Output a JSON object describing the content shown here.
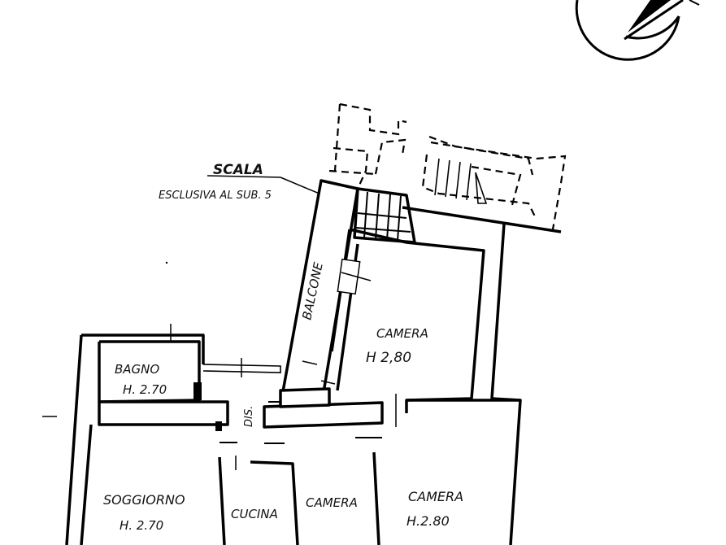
{
  "plan": {
    "stair_label": "SCALA",
    "stair_note": "ESCLUSIVA AL SUB. 5",
    "balcony_label": "BALCONE",
    "corridor_label": "DIS.",
    "rooms": [
      {
        "name": "CAMERA",
        "height": "H 2,80"
      },
      {
        "name": "BAGNO",
        "height": "H. 2.70"
      },
      {
        "name": "SOGGIORNO",
        "height": "H. 2.70"
      },
      {
        "name": "CUCINA",
        "height": ""
      },
      {
        "name": "CAMERA",
        "height": ""
      },
      {
        "name": "CAMERA",
        "height": "H.2.80"
      }
    ]
  },
  "north_arrow": {
    "icon": "north-arrow-icon"
  }
}
